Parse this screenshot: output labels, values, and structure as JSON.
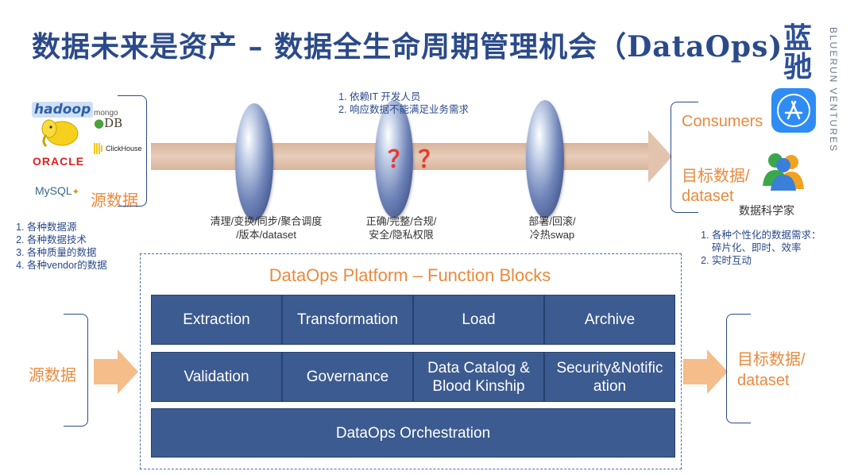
{
  "title": "数据未来是资产 – 数据全生命周期管理机会（DataOps)",
  "logo": {
    "cn_line1": "蓝",
    "cn_line2": "驰",
    "en": "BLUERUN VENTURES"
  },
  "sources": {
    "logos": [
      "hadoop",
      "mongo",
      "DB",
      "ClickHouse",
      "ORACLE",
      "MySQL"
    ],
    "label": "源数据",
    "list": [
      "各种数据源",
      "各种数据技术",
      "各种质量的数据",
      "各种vendor的数据"
    ]
  },
  "stages": {
    "stage1": {
      "line1": "清理/变换/同步/聚合调度",
      "line2": "/版本/dataset"
    },
    "stage2": {
      "line1": "正确/完整/合规/",
      "line2": "安全/隐私权限"
    },
    "stage3": {
      "line1": "部署/回滚/",
      "line2": "冷热swap"
    },
    "issues": [
      "依赖IT 开发人员",
      "响应数据不能满足业务需求"
    ],
    "question_marks": "？ ？"
  },
  "targets": {
    "consumers": "Consumers",
    "target_line1": "目标数据/",
    "target_line2": "dataset",
    "scientist": "数据科学家",
    "needs": [
      "各种个性化的数据需求：",
      "碎片化、即时、效率",
      "实时互动"
    ]
  },
  "platform": {
    "title": "DataOps Platform – Function Blocks",
    "row1": [
      "Extraction",
      "Transformation",
      "Load",
      "Archive"
    ],
    "row2": [
      "Validation",
      "Governance",
      "Data Catalog &",
      "Blood Kinship",
      "Security&Notific",
      "ation"
    ],
    "orchestration": "DataOps Orchestration"
  },
  "bottom": {
    "source_label": "源数据",
    "target_line1": "目标数据/",
    "target_line2": "dataset"
  },
  "colors": {
    "title": "#2b4a8a",
    "accent": "#e98a3e",
    "block": "#3c5b90",
    "question": "#e83a2e"
  }
}
